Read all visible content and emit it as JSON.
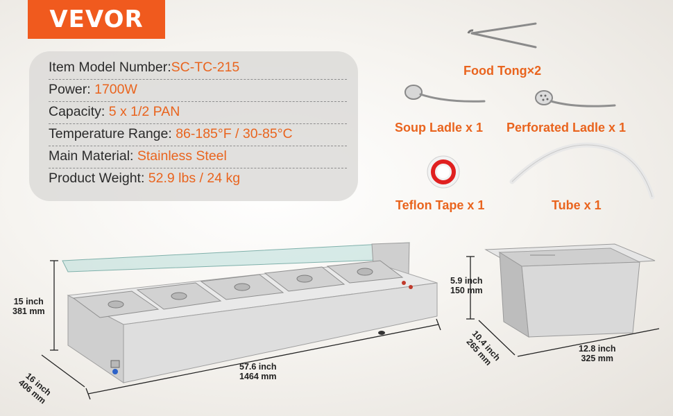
{
  "brand": {
    "logo_text": "VEVOR"
  },
  "specs": [
    {
      "label": "Item Model Number:",
      "value": "SC-TC-215"
    },
    {
      "label": "Power: ",
      "value": "1700W"
    },
    {
      "label": "Capacity: ",
      "value": "5 x 1/2 PAN"
    },
    {
      "label": "Temperature Range: ",
      "value": "86-185°F / 30-85°C"
    },
    {
      "label": "Main Material: ",
      "value": "Stainless Steel"
    },
    {
      "label": "Product Weight: ",
      "value": "52.9 lbs / 24 kg"
    }
  ],
  "accessories": {
    "food_tong": "Food Tong×2",
    "soup_ladle": "Soup Ladle x 1",
    "perforated_ladle": "Perforated Ladle x 1",
    "teflon_tape": "Teflon Tape x 1",
    "tube": "Tube x 1"
  },
  "dimensions": {
    "height": [
      "15 inch",
      "381 mm"
    ],
    "depth": [
      "16 inch",
      "406 mm"
    ],
    "length": [
      "57.6 inch",
      "1464 mm"
    ],
    "pan_height": [
      "5.9 inch",
      "150 mm"
    ],
    "pan_width": [
      "10.4 inch",
      "265 mm"
    ],
    "pan_length": [
      "12.8 inch",
      "325 mm"
    ]
  },
  "colors": {
    "brand_orange": "#f05a1e",
    "value_orange": "#e9641e"
  }
}
